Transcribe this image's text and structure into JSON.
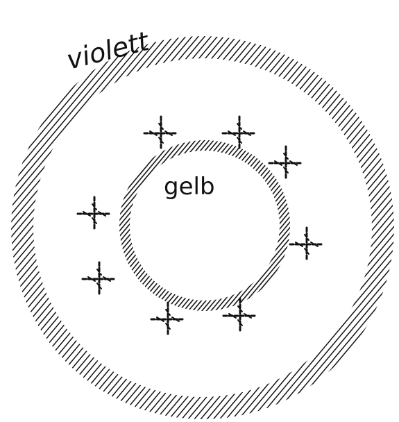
{
  "labels": {
    "outer": "violett",
    "inner": "gelb"
  },
  "colors": {
    "ink": "#111111",
    "background": "#ffffff"
  },
  "marks": {
    "cross_count": 8
  }
}
